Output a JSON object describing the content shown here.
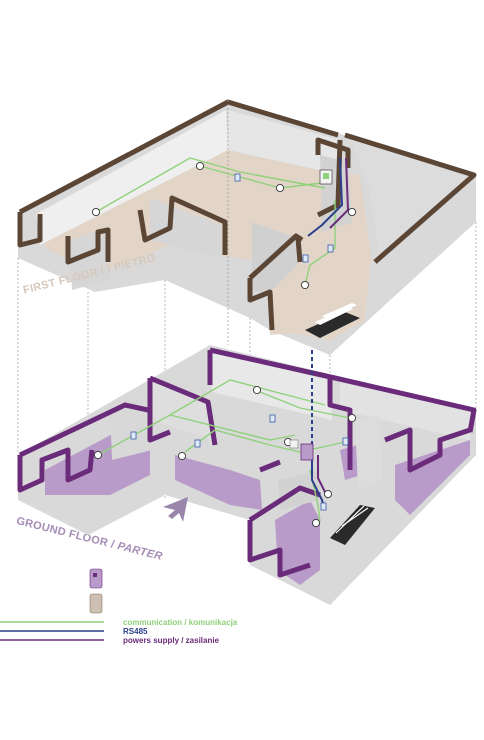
{
  "floors": {
    "first": {
      "label_a": "FIRST FLOOR",
      "separator": "/",
      "label_b": "I PIETRO"
    },
    "ground": {
      "label_a": "GROUND FLOOR",
      "separator": "/",
      "label_b": "PARTER"
    }
  },
  "legend": {
    "communication": "communication / komunikacja",
    "rs485": "RS485",
    "power": "powers supply / zasilanie"
  },
  "colors": {
    "first_floor_wall": "#5b4636",
    "ground_floor_wall": "#6a2b7a",
    "first_floor_floor": "#e2d5c8",
    "ground_floor_floor": "#b89bc9",
    "communication": "#8fd17a",
    "rs485": "#2b3f8c",
    "power": "#6a2b7a",
    "first_label": "#d6c8bb",
    "ground_label": "#a58cb5"
  }
}
